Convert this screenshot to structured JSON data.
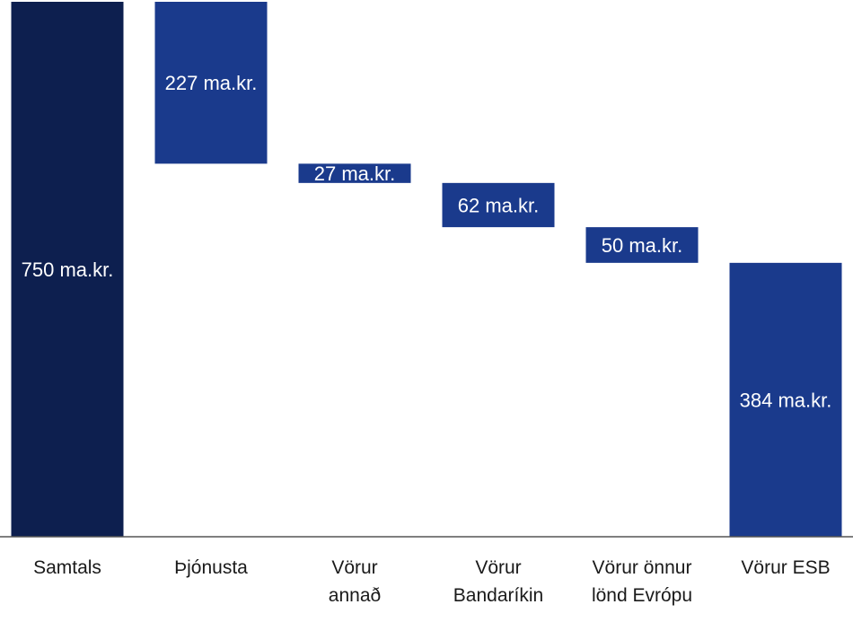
{
  "chart_data": {
    "type": "bar",
    "subtype": "waterfall",
    "title": "",
    "xlabel": "",
    "ylabel": "",
    "unit": "ma.kr.",
    "ylim": [
      0,
      750
    ],
    "grid": false,
    "legend": "none",
    "categories": [
      [
        "Samtals"
      ],
      [
        "Þjónusta"
      ],
      [
        "Vörur",
        "annað"
      ],
      [
        "Vörur",
        "Bandaríkin"
      ],
      [
        "Vörur önnur",
        "lönd Evrópu"
      ],
      [
        "Vörur ESB"
      ]
    ],
    "values": [
      750,
      227,
      27,
      62,
      50,
      384
    ],
    "labels": [
      "750 ma.kr.",
      "227 ma.kr.",
      "27 ma.kr.",
      "62 ma.kr.",
      "50 ma.kr.",
      "384 ma.kr."
    ],
    "bar_kind": [
      "total",
      "step",
      "step",
      "step",
      "step",
      "step"
    ]
  },
  "colors": {
    "total": "#0d1f4f",
    "step": "#1a3a8c",
    "axis": "#555555",
    "label_text": "#ffffff",
    "category_text": "#1a1a1a"
  }
}
